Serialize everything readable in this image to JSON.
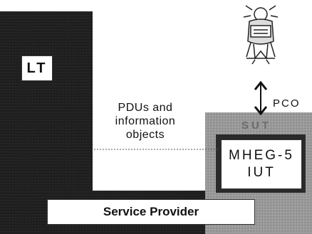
{
  "diagram": {
    "lt_label": "LT",
    "iut_label_line1": "MHEG-5",
    "iut_label_line2": "IUT",
    "sut_label": "SUT",
    "service_provider_label": "Service Provider",
    "channel_label_line1": "PDUs and",
    "channel_label_line2": "information",
    "channel_label_line3": "objects",
    "pco_label": "PCO",
    "operator_icon": "operator-figure-icon",
    "pco_icon": "double-arrow-icon"
  },
  "colors": {
    "block_fill": "#1e1e1e",
    "sut_fill": "#9a9a9a",
    "box_fill": "#ffffff"
  }
}
